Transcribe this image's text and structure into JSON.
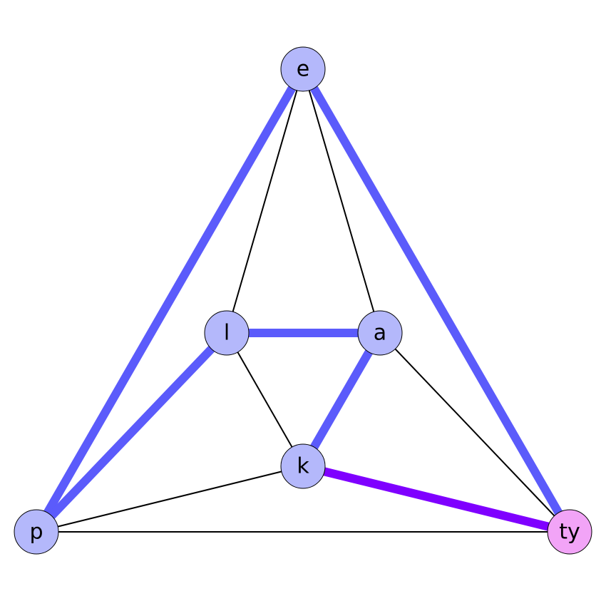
{
  "graph": {
    "colors": {
      "node_default": "#b4b8fb",
      "node_highlight": "#f2a4f7",
      "edge_plain": "#000000",
      "edge_blue": "#5b5bfb",
      "edge_purple": "#7f00ff"
    },
    "nodes": [
      {
        "id": "e",
        "label": "e",
        "style": "default"
      },
      {
        "id": "l",
        "label": "l",
        "style": "default"
      },
      {
        "id": "a",
        "label": "a",
        "style": "default"
      },
      {
        "id": "k",
        "label": "k",
        "style": "default"
      },
      {
        "id": "p",
        "label": "p",
        "style": "default"
      },
      {
        "id": "ty",
        "label": "ty",
        "style": "highlight"
      }
    ],
    "edges": [
      {
        "from": "e",
        "to": "l",
        "style": "plain"
      },
      {
        "from": "e",
        "to": "a",
        "style": "plain"
      },
      {
        "from": "l",
        "to": "k",
        "style": "plain"
      },
      {
        "from": "a",
        "to": "ty",
        "style": "plain"
      },
      {
        "from": "p",
        "to": "k",
        "style": "plain"
      },
      {
        "from": "p",
        "to": "ty",
        "style": "plain"
      },
      {
        "from": "e",
        "to": "p",
        "style": "blue"
      },
      {
        "from": "e",
        "to": "ty",
        "style": "blue"
      },
      {
        "from": "l",
        "to": "a",
        "style": "blue"
      },
      {
        "from": "l",
        "to": "p",
        "style": "blue"
      },
      {
        "from": "a",
        "to": "k",
        "style": "blue"
      },
      {
        "from": "k",
        "to": "ty",
        "style": "purple"
      }
    ]
  }
}
